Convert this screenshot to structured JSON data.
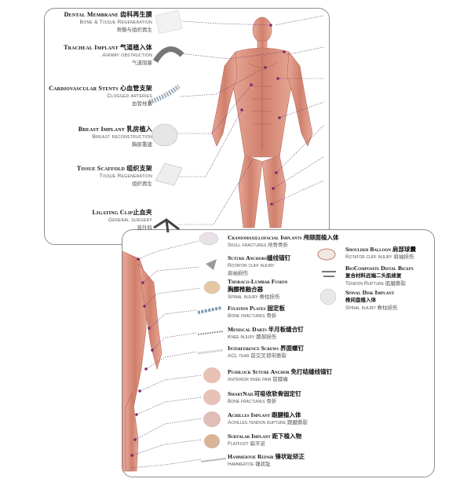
{
  "top_card": {
    "items": [
      {
        "title": "Dental Membrane",
        "cn_title": "齿科再生膜",
        "sub": "Bone & Tissue Regeneration",
        "cn_sub": "骨骼与组织再生"
      },
      {
        "title": "Tracheal Implant",
        "cn_title": "气道植入体",
        "sub": "Airway obstruction",
        "cn_sub": "气道阻塞"
      },
      {
        "title": "Cardiovascular Stents",
        "cn_title": "心血管支架",
        "sub": "Clogged arteries",
        "cn_sub": "血管栓塞"
      },
      {
        "title": "Breast Implant",
        "cn_title": "乳房植入",
        "sub": "Breast reconstruction",
        "cn_sub": "胸部重建"
      },
      {
        "title": "Tissue Scaffold",
        "cn_title": "组织支架",
        "sub": "Tissue Regeneration",
        "cn_sub": "组织再生"
      },
      {
        "title": "Ligating Clip",
        "cn_title": "止血夹",
        "sub": "General surgery",
        "cn_sub": "普外科"
      }
    ]
  },
  "bottom_card": {
    "left_items": [
      {
        "title": "Craniomaxillofacial Implants",
        "cn_title": "颅颌面植入体",
        "sub": "Skull fractures",
        "cn_sub": "颅骨骨折"
      },
      {
        "title": "Suture Anchors",
        "cn_title": "缝线锚钉",
        "sub": "Rotator cuff injury",
        "cn_sub": "肩袖损伤"
      },
      {
        "title": "Thoraco-Lumbar Fusion",
        "cn_title": "胸腰椎融合器",
        "sub": "Spinal injury",
        "cn_sub": "脊柱损伤"
      },
      {
        "title": "Fixation Plates",
        "cn_title": "固定板",
        "sub": "Bone fractures",
        "cn_sub": "骨折"
      },
      {
        "title": "Meniscal Darts",
        "cn_title": "半月板缝合钉",
        "sub": "Knee injury",
        "cn_sub": "膝部损伤"
      },
      {
        "title": "Interference Screws",
        "cn_title": "界面螺钉",
        "sub": "ACL tear",
        "cn_sub": "前交叉韧带撕裂"
      },
      {
        "title": "Pushlock Suture Anchor",
        "cn_title": "免打结缝线锚钉",
        "sub": "Anterior knee pain",
        "cn_sub": "前膝痛"
      },
      {
        "title": "SmartNail",
        "cn_title": "可吸收软骨固定钉",
        "sub": "Bone fractures",
        "cn_sub": "骨折"
      },
      {
        "title": "Achilles Implant",
        "cn_title": "跟腱植入体",
        "sub": "Achilles tendon rupture",
        "cn_sub": "跟腱撕裂"
      },
      {
        "title": "Subtalar Implant",
        "cn_title": "距下植入物",
        "sub": "Flatfoot",
        "cn_sub": "扁平足"
      },
      {
        "title": "Hammertoe Repair",
        "cn_title": "锤状趾矫正",
        "sub": "Hammertoe",
        "cn_sub": "锤状趾"
      }
    ],
    "right_items": [
      {
        "title": "Shoulder Balloon",
        "cn_title": "肩部球囊",
        "sub": "Rotator cuff injury",
        "cn_sub": "肩袖损伤"
      },
      {
        "title": "BioComposite Distal Biceps",
        "cn_title": "复合材料远端二头肌修复",
        "sub": "Tendon Rupture",
        "cn_sub": "肌腱撕裂"
      },
      {
        "title": "Spinal Disk Implant",
        "cn_title": "椎间盘植入体",
        "sub": "Spinal injury",
        "cn_sub": "脊柱损伤"
      }
    ]
  },
  "colors": {
    "skin": "#d98f7a",
    "muscle": "#c85c4e",
    "leader_line": "#6b3a7a",
    "dot": "#7a2a6e",
    "border": "#8a8f96"
  }
}
